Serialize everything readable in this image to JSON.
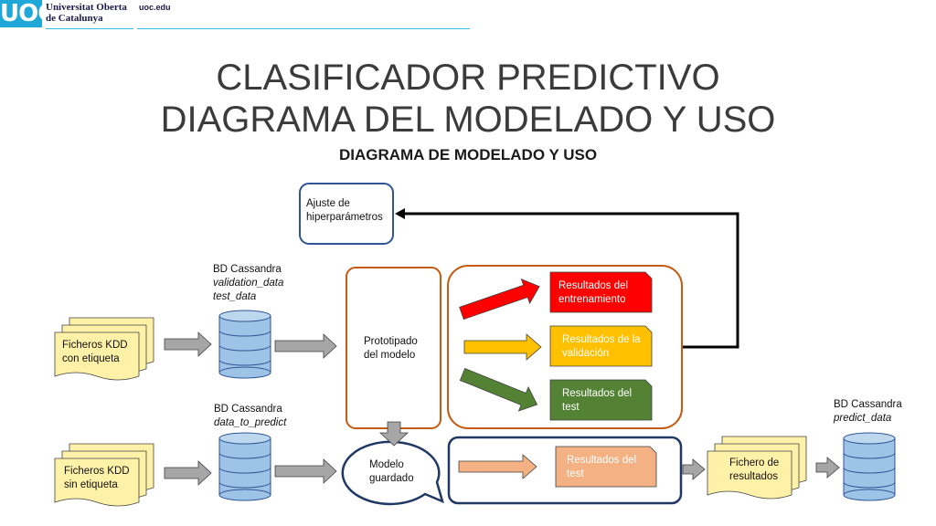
{
  "header": {
    "logo_mark": "UOC",
    "org_line1": "Universitat Oberta",
    "org_line2": "de Catalunya",
    "url": "uoc.edu"
  },
  "slide": {
    "title_line1": "CLASIFICADOR PREDICTIVO",
    "title_line2": "DIAGRAMA DEL MODELADO Y USO",
    "subtitle": "DIAGRAMA DE MODELADO Y USO"
  },
  "diagram": {
    "hyperparams": {
      "line1": "Ajuste de",
      "line2": "hiperparámetros"
    },
    "db_validation": {
      "title": "BD Cassandra",
      "line1": "validation_data",
      "line2": "test_data"
    },
    "db_predict_input": {
      "title": "BD Cassandra",
      "line1": "data_to_predict"
    },
    "db_predict_output": {
      "title": "BD Cassandra",
      "line1": "predict_data"
    },
    "files_labeled": {
      "line1": "Ficheros KDD",
      "line2": "con etiqueta"
    },
    "files_unlabeled": {
      "line1": "Ficheros KDD",
      "line2": "sin etiqueta"
    },
    "prototype": {
      "line1": "Prototipado",
      "line2": "del modelo"
    },
    "saved_model": {
      "line1": "Modelo",
      "line2": "guardado"
    },
    "results_training": {
      "line1": "Resultados del",
      "line2": "entrenamiento"
    },
    "results_validation": {
      "line1": "Resultados de la",
      "line2": "validación"
    },
    "results_test": {
      "line1": "Resultados del",
      "line2": "test"
    },
    "results_test_use": {
      "line1": "Resultados del",
      "line2": "test"
    },
    "output_file": {
      "line1": "Fichero de",
      "line2": "resultados"
    }
  },
  "colors": {
    "accent_blue": "#1fa7d7",
    "db_fill": "#9dc3e6",
    "doc_fill": "#fff2a8",
    "container_orange": "#c55a11",
    "container_navy": "#1f3864",
    "red": "#ff0000",
    "amber": "#ffc000",
    "green": "#548235",
    "salmon": "#f4b183",
    "gray_arrow": "#a6a6a6"
  }
}
